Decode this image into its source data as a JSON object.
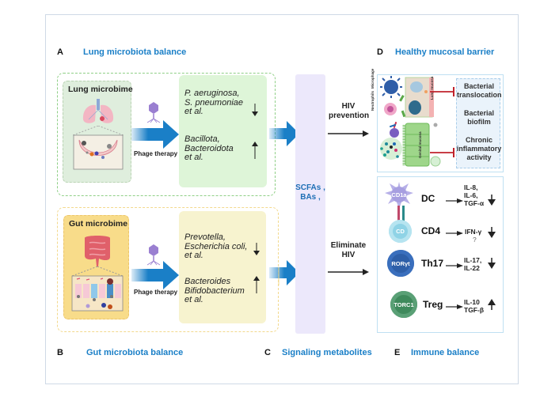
{
  "sections": {
    "A": {
      "letter": "A",
      "title": "Lung microbiota  balance"
    },
    "B": {
      "letter": "B",
      "title": "Gut microbiota  balance"
    },
    "C": {
      "letter": "C",
      "title": "Signaling metabolites"
    },
    "D": {
      "letter": "D",
      "title": "Healthy mucosal barrier"
    },
    "E": {
      "letter": "E",
      "title": "Immune balance"
    }
  },
  "lung": {
    "panel_label": "Lung microbime",
    "therapy_label": "Phage therapy",
    "decreased": [
      "P. aeruginosa,",
      " S. pneumoniae",
      "et al."
    ],
    "increased": [
      "Bacillota,",
      "Bacteroidota",
      "et al."
    ]
  },
  "gut": {
    "panel_label": "Gut microbime",
    "therapy_label": "Phage therapy",
    "decreased": [
      "Prevotella,",
      "Escherichia coli,",
      "et al."
    ],
    "increased": [
      "Bacteroides",
      "Bifidobacterium",
      "et al."
    ]
  },
  "metabolites": {
    "line1": "SCFAs ,",
    "line2": "BAs ,"
  },
  "paths": {
    "prevention": [
      "HIV",
      "prevention"
    ],
    "eliminate": [
      "Eliminate",
      "HIV"
    ]
  },
  "mucosa": {
    "labels": {
      "macrophage": "Microphage",
      "neutrophils": "Neutrophils",
      "lung_mucosa": "Lung mucosa",
      "genital_mucosa": "Genital mucosa"
    },
    "effects": [
      [
        "Bacterial",
        "translocation"
      ],
      [
        "Bacterial",
        "biofilm"
      ],
      [
        "Chronic",
        "inflammatory",
        "activity"
      ]
    ]
  },
  "immune": {
    "cells": [
      {
        "marker": "CD1a",
        "name": "DC",
        "cytokines": [
          "IL-8,",
          "IL-6,",
          "TGF-α"
        ],
        "direction": "down",
        "color": "#b7b0e8"
      },
      {
        "marker": "CD",
        "name": "CD4",
        "cytokines": [
          "IFN-γ",
          "?"
        ],
        "direction": "down",
        "color": "#8fd3e6"
      },
      {
        "marker": "RORγt",
        "name": "Th17",
        "cytokines": [
          "IL-17,",
          "IL-22"
        ],
        "direction": "down",
        "color": "#2e5fa8"
      },
      {
        "marker": "TORC1",
        "name": "Treg",
        "cytokines": [
          "IL-10",
          "TGF-β"
        ],
        "direction": "up",
        "color": "#3f8a5c"
      }
    ]
  },
  "colors": {
    "accent_blue": "#1a7fc7",
    "flow_arrow": "#1a7fc7",
    "inhibit_red": "#c0222c"
  }
}
